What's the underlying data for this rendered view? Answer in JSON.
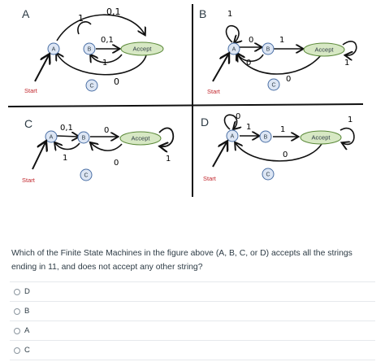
{
  "figure": {
    "panels": [
      {
        "letter": "A",
        "states": [
          "A",
          "B",
          "C"
        ],
        "accept_label": "Accept",
        "start_label": "Start",
        "transition_labels": [
          "1",
          "0,1",
          "0,1",
          "1",
          "0"
        ]
      },
      {
        "letter": "B",
        "states": [
          "A",
          "B",
          "C"
        ],
        "accept_label": "Accept",
        "start_label": "Start",
        "transition_labels": [
          "1",
          "0",
          "1",
          "0",
          "1",
          "0"
        ]
      },
      {
        "letter": "C",
        "states": [
          "A",
          "B",
          "C"
        ],
        "accept_label": "Accept",
        "start_label": "Start",
        "transition_labels": [
          "0,1",
          "0",
          "1",
          "0",
          "1"
        ]
      },
      {
        "letter": "D",
        "states": [
          "A",
          "B",
          "C"
        ],
        "accept_label": "Accept",
        "start_label": "Start",
        "transition_labels": [
          "0",
          "1",
          "1",
          "1",
          "0"
        ]
      }
    ]
  },
  "question": {
    "text": "Which of the Finite State Machines in the figure above (A, B, C, or D) accepts all the strings ending in 11, and does not accept any other string?"
  },
  "answers": [
    {
      "label": "D"
    },
    {
      "label": "B"
    },
    {
      "label": "A"
    },
    {
      "label": "C"
    }
  ],
  "colors": {
    "state_fill": "#dde6f4",
    "state_stroke": "#4a6fa5",
    "accept_fill": "#d7e8c4",
    "accept_stroke": "#5c8a3a",
    "start_text": "#c2272d",
    "ink": "#111111"
  }
}
